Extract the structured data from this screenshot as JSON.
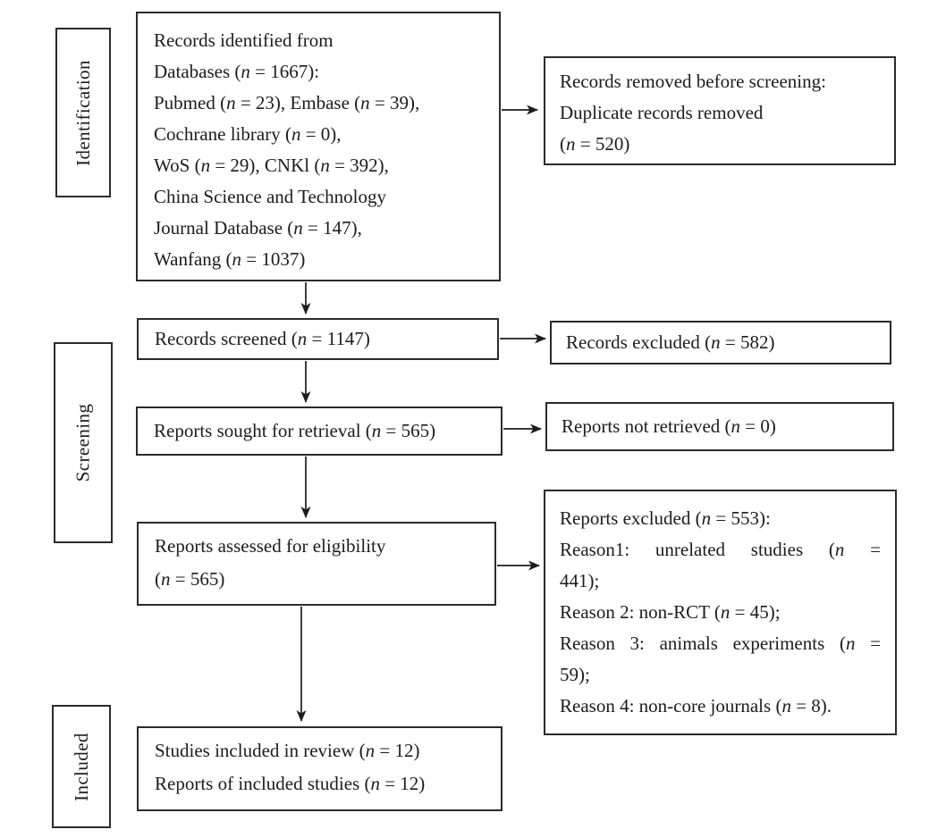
{
  "diagram": {
    "type": "prisma-flow",
    "colors": {
      "border": "#2b2b2b",
      "text": "#1c1c1c",
      "background": "#ffffff"
    },
    "stage_labels": {
      "identification": "Identification",
      "screening": "Screening",
      "included": "Included"
    },
    "boxes": {
      "records_identified": {
        "lines": [
          "Records identified from",
          "Databases (n = 1667):",
          "Pubmed (n = 23), Embase (n = 39),",
          "Cochrane library (n = 0),",
          "WoS (n = 29), CNKl (n = 392),",
          "China Science and Technology",
          "Journal Database (n = 147),",
          "Wanfang (n = 1037)"
        ]
      },
      "records_removed": {
        "lines": [
          "Records removed before screening:",
          "Duplicate records removed",
          "(n = 520)"
        ]
      },
      "records_screened": {
        "text": "Records screened (n = 1147)"
      },
      "records_excluded": {
        "text": "Records excluded (n = 582)"
      },
      "reports_sought": {
        "text": "Reports sought for retrieval (n = 565)"
      },
      "reports_not_retrieved": {
        "text": "Reports not retrieved (n = 0)"
      },
      "reports_assessed": {
        "lines": [
          "Reports assessed for eligibility",
          "(n = 565)"
        ]
      },
      "reports_excluded": {
        "lines": [
          "Reports excluded (n = 553):",
          "Reason1: unrelated studies (n =",
          "441);",
          "Reason 2: non-RCT (n = 45);",
          "Reason 3: animals experiments (n =",
          "59);",
          "Reason 4: non-core journals (n = 8)."
        ]
      },
      "studies_included": {
        "lines": [
          "Studies included in review (n = 12)",
          "Reports of included studies (n = 12)"
        ]
      }
    }
  }
}
